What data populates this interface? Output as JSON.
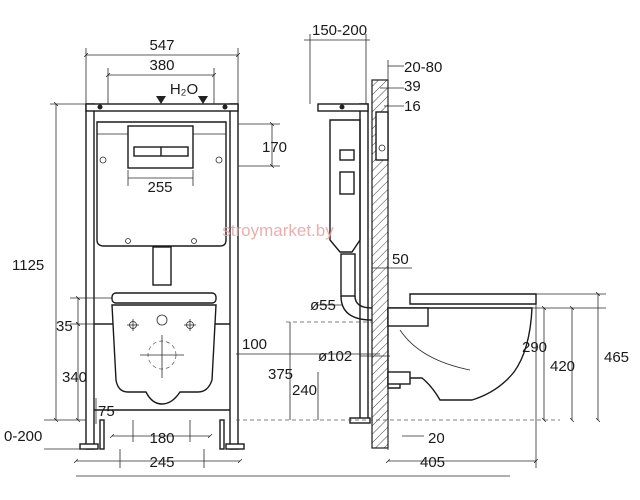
{
  "watermark": "stroymarket.by",
  "front_view": {
    "overall_width": "547",
    "bracket_spacing": "380",
    "water_inlet": "H₂O",
    "plate_width": "255",
    "plate_height": "170",
    "frame_height": "1125",
    "flush_offset": "35",
    "bowl_height": "340",
    "pipe_offset": "75",
    "leg_adjust": "0-200",
    "bolt_spacing": "180",
    "leg_spacing": "245"
  },
  "side_view": {
    "wall_mount_range": "150-200",
    "depth_range": "20-80",
    "depth_39": "39",
    "depth_16": "16",
    "outlet_offset": "50",
    "inlet_diameter": "ø55",
    "drain_diameter": "ø102",
    "drain_height": "100",
    "drain_axis": "375",
    "drain_low": "240",
    "wall_gap": "20",
    "bowl_projection": "405",
    "bowl_rim_height": "290",
    "seat_height": "420",
    "total_height": "465"
  }
}
